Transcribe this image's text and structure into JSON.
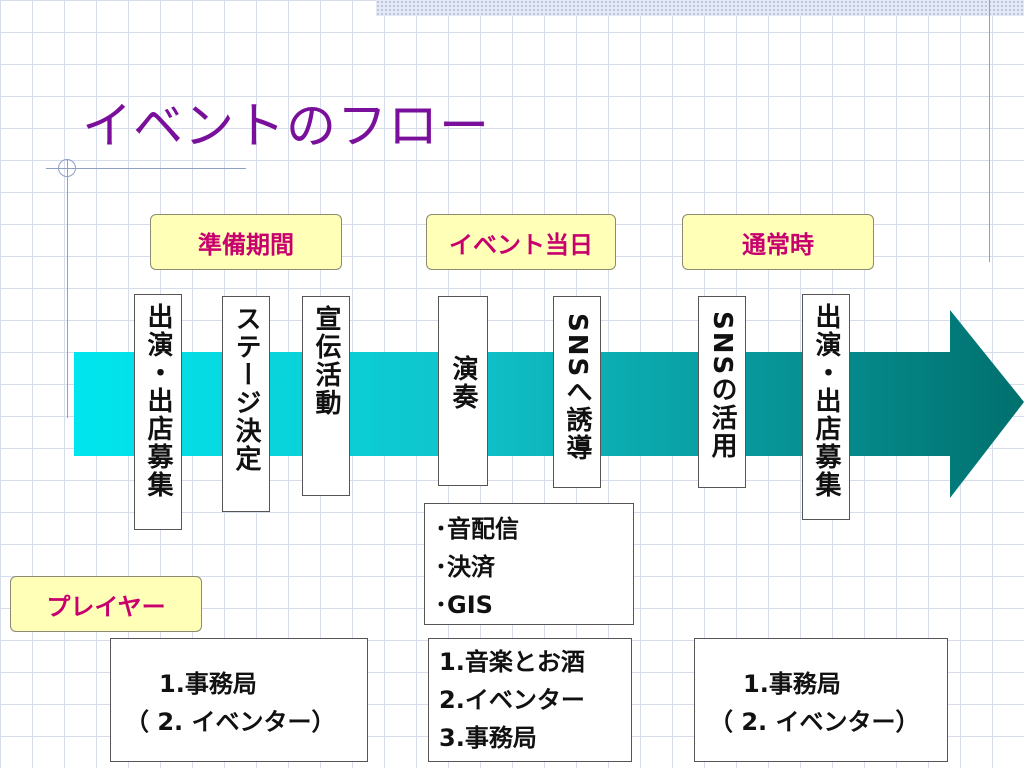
{
  "slide": {
    "title": "イベントのフロー"
  },
  "phases": {
    "prep": "準備期間",
    "event_day": "イベント当日",
    "normal": "通常時"
  },
  "flow_items": {
    "performer_recruit_1": "出演・出店募集",
    "stage_decision": "ステージ決定",
    "promotion": "宣伝活動",
    "performance": "演奏",
    "sns_guide": "SNSへ誘導",
    "sns_use": "SNSの活用",
    "performer_recruit_2": "出演・出店募集"
  },
  "features": [
    "･音配信",
    "･決済",
    "･GIS"
  ],
  "player_label": "プレイヤー",
  "players": {
    "prep": [
      "1.事務局",
      "（ 2. イベンター）"
    ],
    "event_day": [
      "1.音楽とお酒",
      "2.イベンター",
      "3.事務局"
    ],
    "normal": [
      "1.事務局",
      "（ 2. イベンター）"
    ]
  },
  "colors": {
    "title": "#7a0f9c",
    "phase_text": "#c8006e",
    "phase_bg": "#ffffb8",
    "arrow_start": "#00e0e8",
    "arrow_end": "#007a7a"
  }
}
